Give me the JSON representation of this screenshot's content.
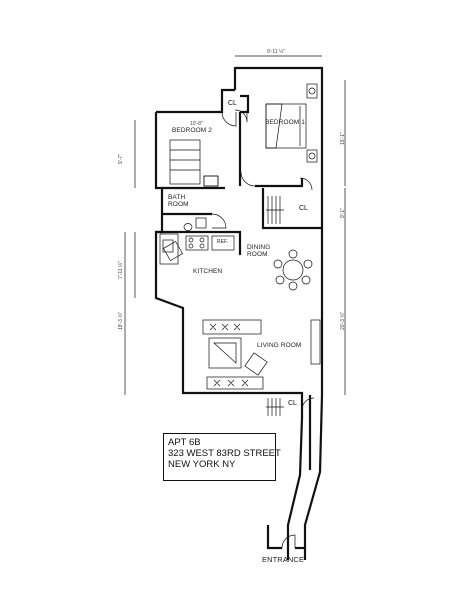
{
  "rooms": {
    "bedroom1": "BEDROOM 1",
    "bedroom2": "BEDROOM 2",
    "bathroom_line1": "BATH",
    "bathroom_line2": "ROOM",
    "kitchen": "KITCHEN",
    "dining_line1": "DINING",
    "dining_line2": "ROOM",
    "living": "LIVING ROOM",
    "closet_labels": [
      "CL",
      "CL",
      "CL"
    ],
    "refrigerator": "REF.",
    "entrance": "ENTRANCE"
  },
  "dimensions": {
    "top_width": "9'-11 ½\"",
    "bedroom2_width": "10'-8\"",
    "bedroom1_length": "15'-1\"",
    "closet_span": "9'-1\"",
    "bedroom2_depth": "9'-7\"",
    "kitchen_depth": "7'-11 ½\"",
    "left_overall": "18'-3 ½\"",
    "right_overall": "20'-3 ½\""
  },
  "address": {
    "line1": "APT 6B",
    "line2": "323 WEST 83RD STREET",
    "line3": "NEW YORK NY"
  }
}
